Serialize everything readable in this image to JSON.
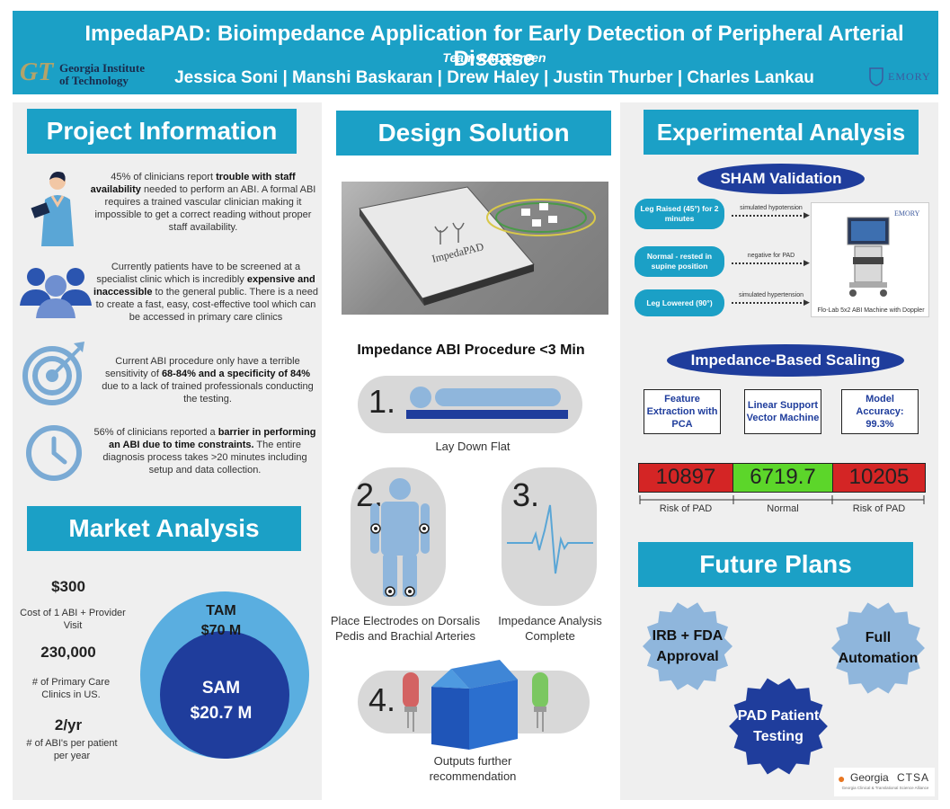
{
  "header": {
    "title": "ImpedaPAD: Bioimpedance Application for Early Detection of Peripheral Arterial Disease",
    "team": "Team PADScreen",
    "authors": "Jessica Soni | Manshi Baskaran | Drew Haley | Justin Thurber | Charles Lankau",
    "gt_mark": "GT",
    "gt_text_1": "Georgia Institute",
    "gt_text_2": "of Technology",
    "emory": "EMORY"
  },
  "project_info": {
    "title": "Project Information",
    "items": [
      {
        "pre": "45% of clinicians report ",
        "bold": "trouble with staff availability",
        "post": " needed to perform an ABI. A formal ABI requires a trained vascular clinician making it impossible to get a correct reading without proper staff availability.",
        "icon": "clinician-icon"
      },
      {
        "pre": "Currently patients have to be screened at a specialist clinic which is incredibly ",
        "bold": "expensive and inaccessible",
        "post": " to the general public. There is a need to create a fast, easy, cost-effective tool which can be accessed in primary care clinics",
        "icon": "people-icon"
      },
      {
        "pre": "Current ABI procedure only have a terrible sensitivity of ",
        "bold": "68-84% and a specificity of 84%",
        "post": " due to a lack of trained professionals conducting the testing.",
        "icon": "target-icon"
      },
      {
        "pre": "56% of clinicians reported a ",
        "bold": "barrier in performing an ABI due to time constraints.",
        "post": " The entire diagnosis process takes >20 minutes including setup and data collection.",
        "icon": "clock-icon"
      }
    ]
  },
  "market": {
    "title": "Market Analysis",
    "stats": [
      {
        "value": "$300",
        "label": "Cost of 1 ABI + Provider Visit"
      },
      {
        "value": "230,000",
        "label": "# of Primary Care Clinics in US."
      },
      {
        "value": "2/yr",
        "label": "# of ABI's per patient per year"
      }
    ],
    "tam_label": "TAM",
    "tam_value": "$70 M",
    "sam_label": "SAM",
    "sam_value": "$20.7 M"
  },
  "design": {
    "title": "Design Solution",
    "device_label": "ImpedaPAD",
    "procedure_title": "Impedance ABI Procedure <3 Min",
    "steps": [
      {
        "num": "1.",
        "caption": "Lay Down Flat"
      },
      {
        "num": "2.",
        "caption": "Place Electrodes on Dorsalis Pedis and Brachial Arteries"
      },
      {
        "num": "3.",
        "caption": "Impedance Analysis Complete"
      },
      {
        "num": "4.",
        "caption": "Outputs further recommendation"
      }
    ]
  },
  "experimental": {
    "title": "Experimental Analysis",
    "sham_title": "SHAM Validation",
    "sham_rows": [
      {
        "box": "Leg Raised (45°) for 2 minutes",
        "label": "simulated hypotension"
      },
      {
        "box": "Normal - rested in supine position",
        "label": "negative for PAD"
      },
      {
        "box": "Leg Lowered (90°)",
        "label": "simulated hypertension"
      }
    ],
    "machine_caption": "Flo-Lab 5x2 ABI Machine with Doppler",
    "scaling_title": "Impedance-Based Scaling",
    "features": [
      "Feature Extraction with PCA",
      "Linear Support Vector Machine",
      "Model Accuracy: 99.3%"
    ],
    "scale_values": [
      "10897",
      "6719.7",
      "10205"
    ],
    "scale_labels": [
      "Risk of PAD",
      "Normal",
      "Risk of PAD"
    ],
    "colors": {
      "risk": "#d42525",
      "normal": "#5cd62a"
    }
  },
  "future": {
    "title": "Future Plans",
    "plans": [
      "IRB + FDA Approval",
      "Full Automation",
      "PAD Patient Testing"
    ],
    "ctsa_1": "Georgia",
    "ctsa_2": "CTSA",
    "ctsa_sub": "Georgia Clinical & Translational Science Alliance"
  }
}
